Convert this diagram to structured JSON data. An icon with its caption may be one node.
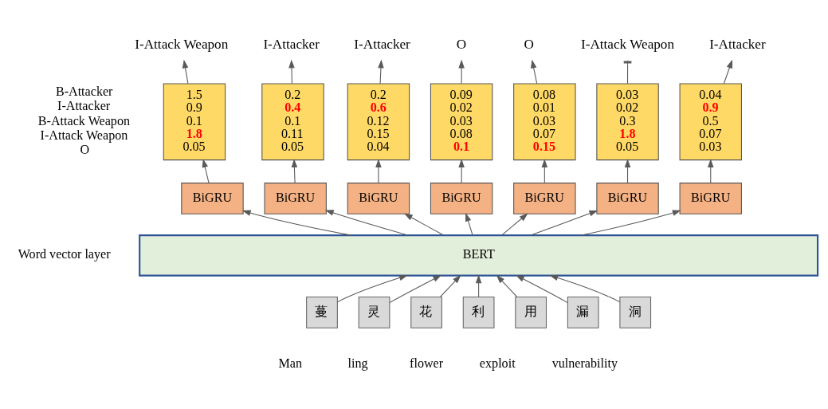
{
  "diagram": {
    "nodes": [
      {
        "text": [
          "I-Attack Weapon"
        ]
      },
      {
        "text": [
          "I-Attacker"
        ]
      },
      {
        "text": [
          "I-Attacker"
        ]
      },
      {
        "text": [
          "O"
        ]
      },
      {
        "text": [
          "O"
        ]
      },
      {
        "text": [
          "I-Attack Weapon"
        ]
      },
      {
        "text": [
          "I-Attacker"
        ]
      },
      {
        "text": [
          "1.5",
          "0.9",
          "0.1",
          "**1.8**",
          "0.05"
        ]
      },
      {
        "text": [
          "0.2",
          "**0.4**",
          "0.1",
          "0.11",
          "0.05"
        ]
      },
      {
        "text": [
          "0.2",
          "**0.6**",
          "0.12",
          "0.15",
          "0.04"
        ]
      },
      {
        "text": [
          "0.09",
          "0.02",
          "0.03",
          "0.08",
          "**0.1**"
        ]
      },
      {
        "text": [
          "0.08",
          "0.01",
          "0.03",
          "0.07",
          "**0.15**"
        ]
      },
      {
        "text": [
          "0.03",
          "0.02",
          "0.3",
          "**1.8**",
          "0.05"
        ]
      },
      {
        "text": [
          "0.04",
          "**0.9**",
          "0.5",
          "0.07",
          "0.03"
        ]
      },
      {
        "text": [
          "BiGRU"
        ]
      },
      {
        "text": [
          "BiGRU"
        ]
      },
      {
        "text": [
          "BiGRU"
        ]
      },
      {
        "text": [
          "BiGRU"
        ]
      },
      {
        "text": [
          "BiGRU"
        ]
      },
      {
        "text": [
          "BiGRU"
        ]
      },
      {
        "text": [
          "BiGRU"
        ]
      },
      {
        "text": [
          "BERT"
        ]
      },
      {
        "text": [
          "蔓"
        ]
      },
      {
        "text": [
          "灵"
        ]
      },
      {
        "text": [
          "花"
        ]
      },
      {
        "text": [
          "利"
        ]
      },
      {
        "text": [
          "用"
        ]
      },
      {
        "text": [
          "漏"
        ]
      },
      {
        "text": [
          "洞"
        ]
      }
    ],
    "edges": [
      {
        "from": 22,
        "to": 21,
        "arrow": "to"
      },
      {
        "from": 23,
        "to": 21,
        "arrow": "to"
      },
      {
        "from": 24,
        "to": 21,
        "arrow": "to"
      },
      {
        "from": 25,
        "to": 21,
        "arrow": "to"
      },
      {
        "from": 26,
        "to": 21,
        "arrow": "to"
      },
      {
        "from": 27,
        "to": 21,
        "arrow": "to"
      },
      {
        "from": 28,
        "to": 21,
        "arrow": "to"
      },
      {
        "from": 21,
        "to": 14,
        "arrow": "to"
      },
      {
        "from": 21,
        "to": 15,
        "arrow": "to"
      },
      {
        "from": 21,
        "to": 16,
        "arrow": "to"
      },
      {
        "from": 21,
        "to": 17,
        "arrow": "to"
      },
      {
        "from": 21,
        "to": 18,
        "arrow": "to"
      },
      {
        "from": 21,
        "to": 19,
        "arrow": "to"
      },
      {
        "from": 21,
        "to": 20,
        "arrow": "to"
      },
      {
        "from": 14,
        "to": 7,
        "arrow": "to"
      },
      {
        "from": 15,
        "to": 8,
        "arrow": "to"
      },
      {
        "from": 16,
        "to": 9,
        "arrow": "to"
      },
      {
        "from": 17,
        "to": 10,
        "arrow": "to"
      },
      {
        "from": 18,
        "to": 11,
        "arrow": "to"
      },
      {
        "from": 19,
        "to": 12,
        "arrow": "to"
      },
      {
        "from": 20,
        "to": 13,
        "arrow": "to"
      },
      {
        "from": 7,
        "to": 0,
        "arrow": "to"
      },
      {
        "from": 8,
        "to": 1,
        "arrow": "to"
      },
      {
        "from": 9,
        "to": 2,
        "arrow": "to"
      },
      {
        "from": 10,
        "to": 3,
        "arrow": "to"
      },
      {
        "from": 11,
        "to": 4,
        "arrow": "to"
      },
      {
        "from": 12,
        "to": 5,
        "arrow": "other"
      },
      {
        "from": 13,
        "to": 6,
        "arrow": "to"
      }
    ],
    "labels": [
      "B-Attacker",
      "I-Attacker",
      "B-Attack Weapon",
      "I-Attack Weapon",
      "O",
      "Word vector layer",
      "Man",
      "ling",
      "flower",
      "exploit",
      "vulnerability"
    ]
  }
}
